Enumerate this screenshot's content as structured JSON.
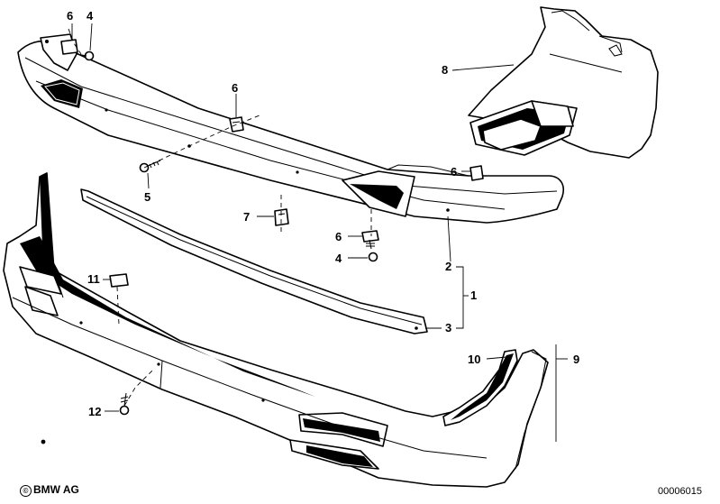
{
  "callouts": {
    "c1": "1",
    "c2": "2",
    "c3": "3",
    "c4_top": "4",
    "c4_mid": "4",
    "c5": "5",
    "c6_topleft": "6",
    "c6_center": "6",
    "c6_right": "6",
    "c6_mid": "6",
    "c7": "7",
    "c8": "8",
    "c9": "9",
    "c10": "10",
    "c11": "11",
    "c12": "12"
  },
  "footer": {
    "copyright_symbol": "©",
    "copyright": "BMW AG",
    "image_ref": "00006015"
  }
}
